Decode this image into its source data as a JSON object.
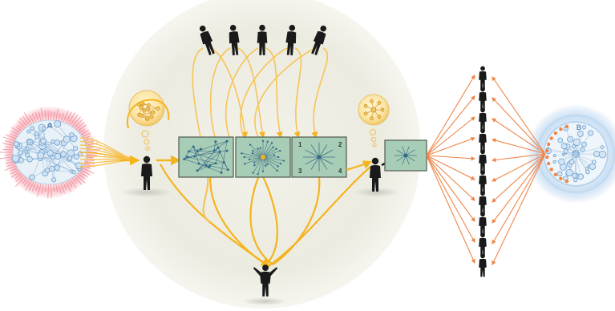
{
  "diagram": {
    "labels": {
      "source_cluster": "A",
      "target_cluster": "B",
      "panel_quadrants": [
        "1",
        "2",
        "3",
        "4"
      ]
    },
    "colors": {
      "background": "#ffffff",
      "halo": "#ecebdf",
      "flow_yellow": "#f4b41e",
      "flow_light": "#f8d27a",
      "arrow_orange": "#ef8547",
      "panel_fill": "#a8cdb6",
      "panel_border": "#4f5a4f",
      "cluster_a_glow": "#f07a8a",
      "cluster_b_glow": "#9cc3ea",
      "node_blue": "#6da1cf",
      "figure": "#1a1a1a"
    },
    "people": {
      "top_row_count": 5,
      "right_column_count": 10
    }
  }
}
